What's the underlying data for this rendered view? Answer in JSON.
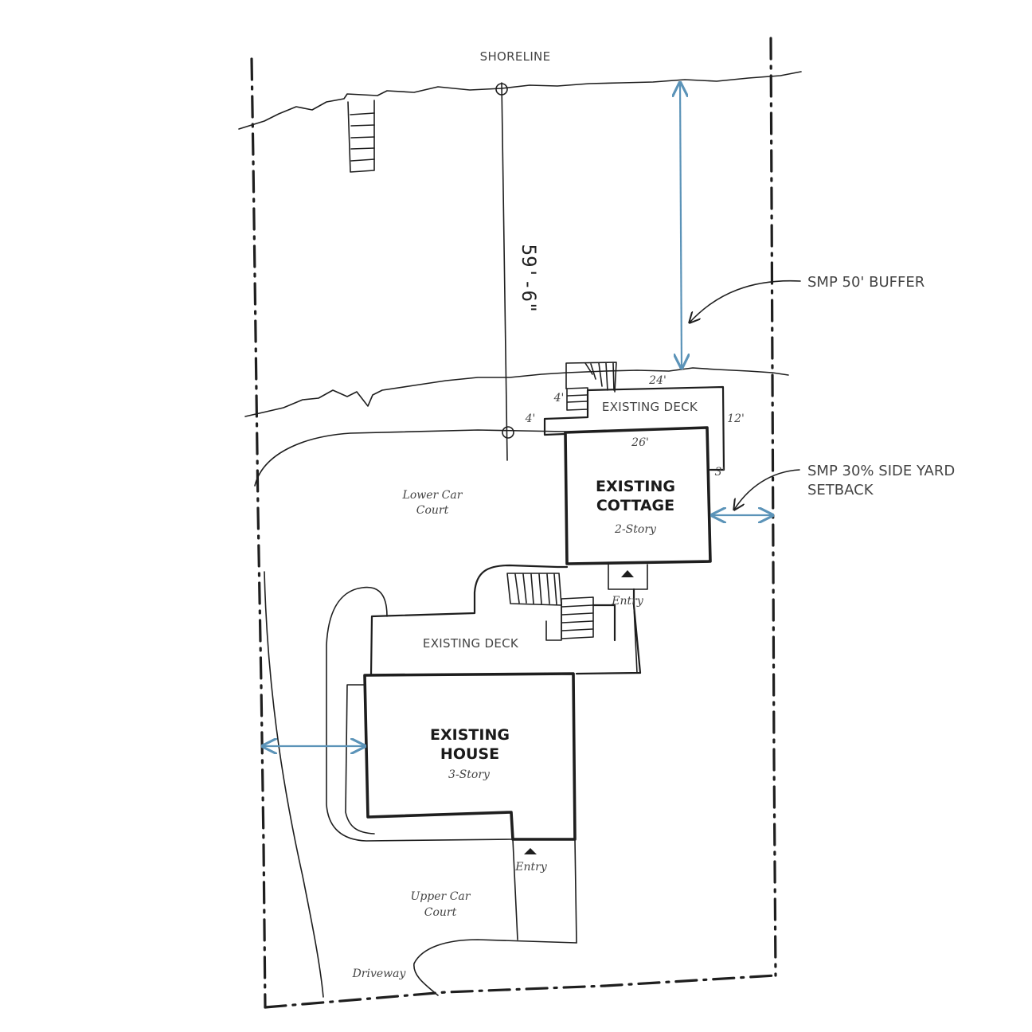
{
  "labels": {
    "shoreline": "SHORELINE",
    "dimension_vertical": "59'-6\"",
    "smp_buffer": "SMP 50' BUFFER",
    "side_yard_line1": "SMP 30% SIDE YARD",
    "side_yard_line2": "SETBACK",
    "cottage_deck": "EXISTING DECK",
    "house_deck": "EXISTING DECK",
    "cottage_line1": "EXISTING",
    "cottage_line2": "COTTAGE",
    "cottage_story": "2-Story",
    "house_line1": "EXISTING",
    "house_line2": "HOUSE",
    "house_story": "3-Story",
    "lower_court_line1": "Lower Car",
    "lower_court_line2": "Court",
    "upper_court_line1": "Upper Car",
    "upper_court_line2": "Court",
    "entry_cottage": "Entry",
    "entry_house": "Entry",
    "driveway": "Driveway"
  },
  "dimensions": {
    "deck_width": "24'",
    "deck_depth": "12'",
    "stair_left": "4'",
    "step_left": "4'",
    "cottage_width": "26'",
    "cottage_offset": "3'"
  },
  "colors": {
    "linework": "#1e1e1e",
    "dimension_arrow": "#5b93b8",
    "text": "#444444"
  }
}
